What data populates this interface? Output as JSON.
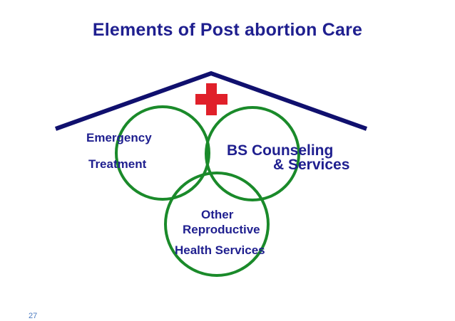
{
  "title": "Elements of Post abortion Care",
  "circles": {
    "emergency": {
      "line1": "Emergency",
      "line2": "Treatment"
    },
    "counseling": {
      "line1": "BS Counseling",
      "line2": "& Services"
    },
    "reproductive": {
      "line1": "Other",
      "line2": "Reproductive",
      "line3": "Health Services"
    }
  },
  "slide_number": "27",
  "colors": {
    "title_text": "#1f1f8f",
    "roof": "#10106e",
    "circle_stroke": "#1a8a2a",
    "cross": "#e0202a",
    "slide_number": "#4a7ac0"
  }
}
